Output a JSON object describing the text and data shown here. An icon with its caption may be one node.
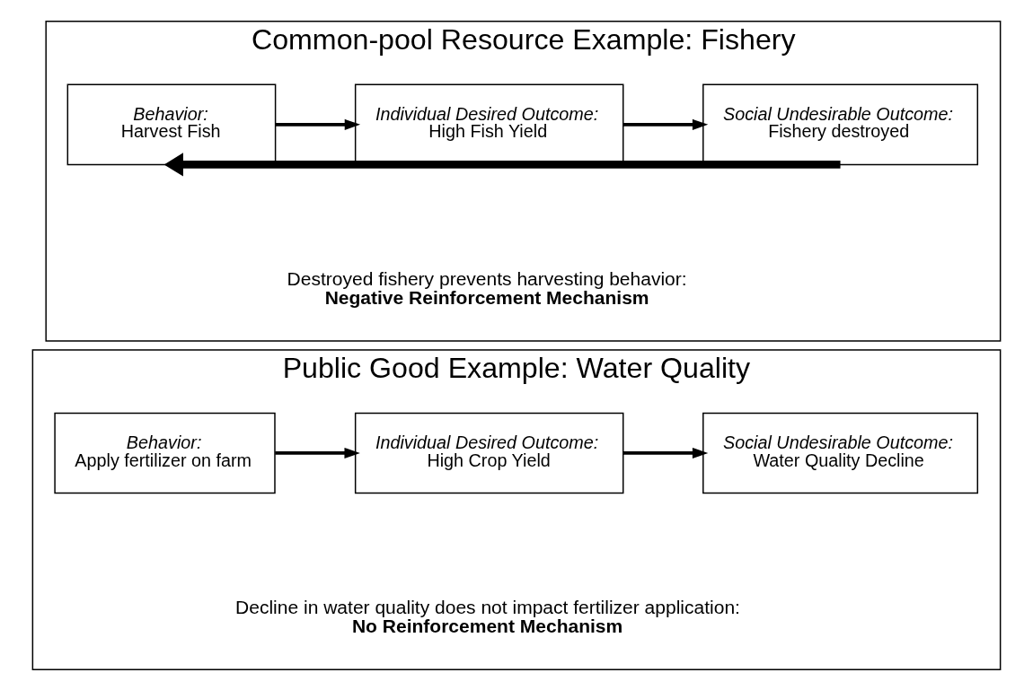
{
  "diagram": {
    "nodes": [
      {
        "text": [
          "Common-pool Resource Example: Fishery",
          "Destroyed fishery prevents harvesting behavior:",
          "Negative Reinforcement Mechanism"
        ]
      },
      {
        "text": [
          "Behavior:",
          "Harvest Fish"
        ],
        "in": 0
      },
      {
        "text": [
          "Individual Desired Outcome:",
          "High Fish Yield"
        ],
        "in": 0
      },
      {
        "text": [
          "Social Undesirable Outcome:",
          "Fishery destroyed"
        ],
        "in": 0
      },
      {
        "text": [
          "Public Good Example: Water Quality",
          "Decline in water quality does not impact fertilizer application:",
          "No Reinforcement Mechanism"
        ]
      },
      {
        "text": [
          "Behavior:",
          "Apply fertilizer on farm"
        ],
        "in": 4
      },
      {
        "text": [
          "Individual Desired Outcome:",
          "High Crop Yield"
        ],
        "in": 4
      },
      {
        "text": [
          "Social Undesirable Outcome:",
          "Water Quality Decline"
        ],
        "in": 4
      }
    ],
    "edges": [
      {
        "from": 1,
        "to": 2,
        "arrow": "to"
      },
      {
        "from": 2,
        "to": 3,
        "arrow": "to"
      },
      {
        "from": 3,
        "to": 1,
        "arrow": "to",
        "style": "thick"
      },
      {
        "from": 5,
        "to": 6,
        "arrow": "to"
      },
      {
        "from": 6,
        "to": 7,
        "arrow": "to"
      }
    ]
  }
}
